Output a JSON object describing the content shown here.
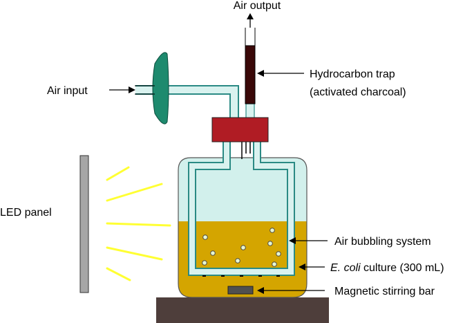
{
  "labels": {
    "air_output": "Air output",
    "air_input": "Air input",
    "trap_line1": "Hydrocarbon trap",
    "trap_line2": "(activated charcoal)",
    "led_panel": "LED panel",
    "bubbling": "Air bubbling system",
    "culture_species": "E. coli",
    "culture_rest": " culture (300 mL)",
    "stir_bar": "Magnetic stirring bar"
  },
  "colors": {
    "tube_fill": "#d9f2ef",
    "tube_stroke": "#2a8a84",
    "culture": "#d4a500",
    "headspace": "#d2f0ec",
    "valve": "#1e8a6e",
    "cap": "#b01c24",
    "charcoal": "#3a0808",
    "led_panel": "#a6a6a6",
    "light_rays": "#ffff33",
    "stir_bar": "#505050",
    "plate": "#4e3e3b"
  }
}
